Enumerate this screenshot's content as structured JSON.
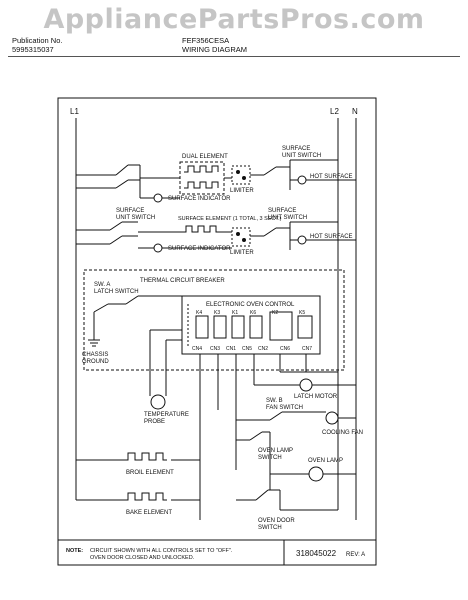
{
  "watermark": "AppliancePartsPros.com",
  "header": {
    "publication_label": "Publication No.",
    "publication_number": "5995315037",
    "model_title": "FEF356CESA",
    "subtitle": "WIRING DIAGRAM"
  },
  "lines": {
    "l1": "L1",
    "l2": "L2",
    "n": "N"
  },
  "labels": {
    "dual_element": "DUAL ELEMENT",
    "limiter_1": "LIMITER",
    "limiter_2": "LIMITER",
    "surface_unit_switch_top": "SURFACE\nUNIT SWITCH",
    "hot_surface_1": "HOT SURFACE",
    "hot_surface_2": "HOT SURFACE",
    "surface_indicator_1": "SURFACE INDICATOR",
    "surface_indicator_2": "SURFACE INDICATOR",
    "surface_unit_switch_left": "SURFACE\nUNIT SWITCH",
    "surface_element": "SURFACE ELEMENT\n(1 TOTAL, 3 SECT.)",
    "surface_unit_switch_right": "SURFACE\nUNIT SWITCH",
    "thermal_circuit_breaker": "THERMAL CIRCUIT BREAKER",
    "latch_switch": "SW. A\nLATCH SWITCH",
    "electronic_oven_control": "ELECTRONIC OVEN CONTROL",
    "chassis_ground": "CHASSIS\nGROUND",
    "latch_motor": "LATCH MOTOR",
    "temperature_probe": "TEMPERATURE\nPROBE",
    "fan_switch": "SW. B\nFAN SWITCH",
    "cooling_fan": "COOLING FAN",
    "broil_element": "BROIL ELEMENT",
    "oven_lamp_switch": "OVEN LAMP\nSWITCH",
    "oven_lamp": "OVEN LAMP",
    "bake_element": "BAKE ELEMENT",
    "oven_door_switch": "OVEN DOOR\nSWITCH",
    "relay_labels": [
      "K4",
      "K3",
      "K1",
      "K6",
      "K2",
      "K5"
    ],
    "terminal_labels": [
      "CN4",
      "CN3",
      "CN1",
      "CN5",
      "CN2",
      "CN6",
      "CN7"
    ]
  },
  "note": {
    "label": "NOTE:",
    "text_line1": "CIRCUIT SHOWN WITH ALL CONTROLS SET TO \"OFF\".",
    "text_line2": "OVEN DOOR CLOSED AND UNLOCKED."
  },
  "diagram_number": "318045022",
  "revision": "REV: A",
  "colors": {
    "line": "#111111",
    "watermark": "#969696",
    "paper": "#ffffff"
  }
}
